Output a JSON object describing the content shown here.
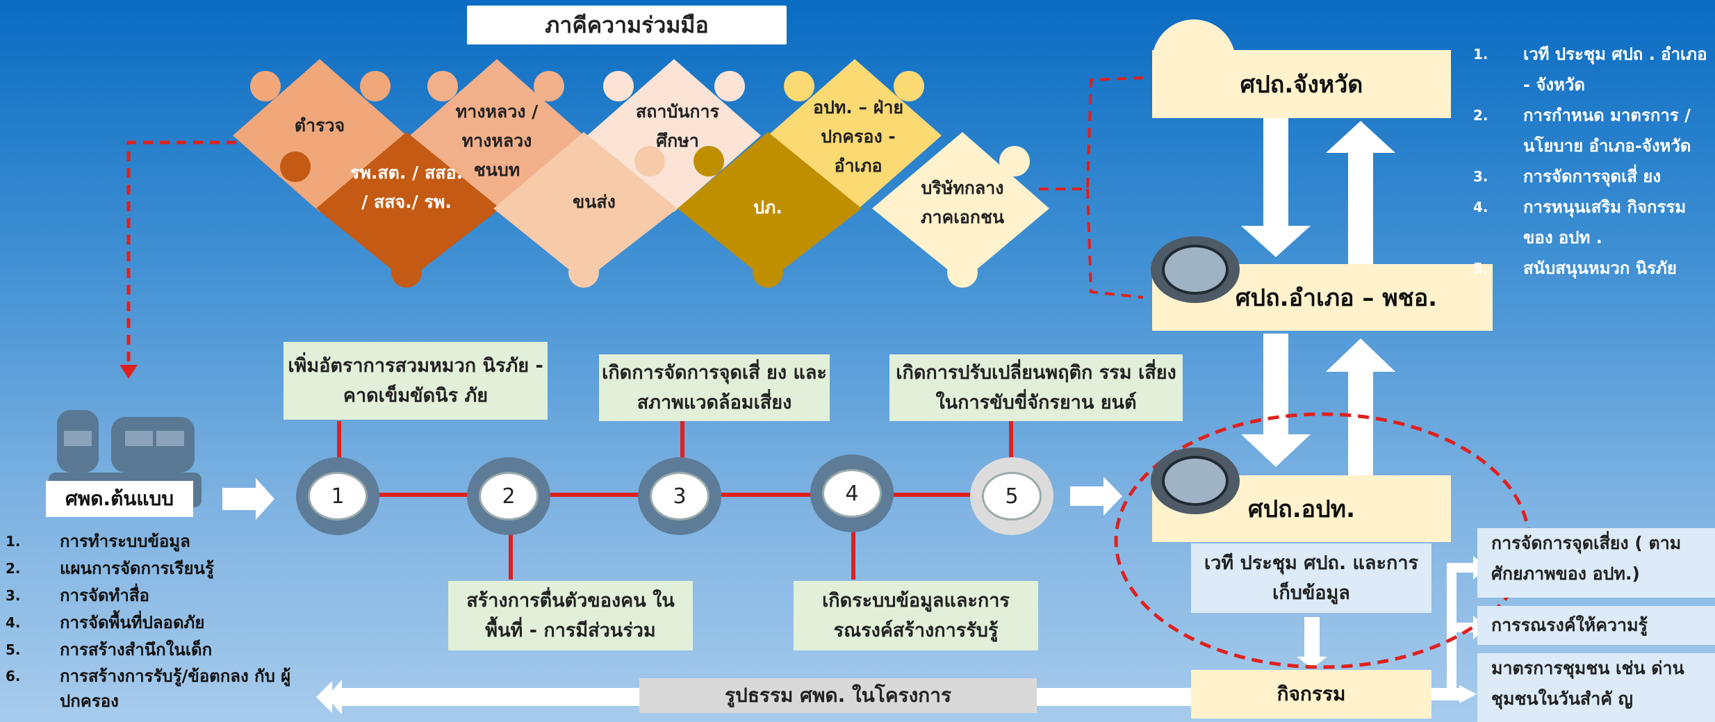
{
  "header": {
    "title": "ภาคีความร่วมมือ"
  },
  "puzzle": {
    "p1": "ตำรวจ",
    "p2": "ทางหลวง / ทางหลวง ชนบท",
    "p3": "สถาบันการ ศึกษา",
    "p4": "อปท. – ฝ่าย ปกครอง - อำเภอ",
    "p5": "รพ.สต. / สสอ. / สสจ./ รพ.",
    "p6": "ขนส่ง",
    "p7": "ปภ.",
    "p8": "บริษัทกลาง ภาคเอกชน"
  },
  "model": {
    "label": "ศพด.ต้นแบบ"
  },
  "model_list": [
    {
      "n": "1.",
      "t": "การทำระบบข้อมูล"
    },
    {
      "n": "2.",
      "t": "แผนการจัดการเรียนรู้"
    },
    {
      "n": "3.",
      "t": "การจัดทำสื่อ"
    },
    {
      "n": "4.",
      "t": "การจัดพื้นที่ปลอดภัย"
    },
    {
      "n": "5.",
      "t": "การสร้างสำนึกในเด็ก"
    },
    {
      "n": "6.",
      "t": "การสร้างการรับรู้/ข้อตกลง กับ ผู้ปกครอง"
    }
  ],
  "steps": [
    "1",
    "2",
    "3",
    "4",
    "5"
  ],
  "goals_top": [
    "เพิ่มอัตราการสวมหมวก นิรภัย - คาดเข็มขัดนิร ภัย",
    "เกิดการจัดการจุดเสี่ ยง และสภาพแวดล้อมเสี่ยง",
    "เกิดการปรับเปลี่ยนพฤติก รรม เสี่ยงในการขับขี่จักรยาน ยนต์"
  ],
  "goals_bottom": [
    "สร้างการตื่นตัวของคน ในพื้นที่ - การมีส่วนร่วม",
    "เกิดระบบข้อมูลและการ รณรงค์สร้างการรับรู้"
  ],
  "levels": {
    "province": "ศปถ.จังหวัด",
    "district": "ศปถ.อำเภอ – พชอ.",
    "local": "ศปถ.อปท."
  },
  "right_list": [
    {
      "n": "1.",
      "t": "เวที ประชุม ศปถ . อำเภอ - จังหวัด"
    },
    {
      "n": "2.",
      "t": "การกำหนด มาตรการ / นโยบาย อำเภอ-จังหวัด"
    },
    {
      "n": "3.",
      "t": "การจัดการจุดเสี่ ยง"
    },
    {
      "n": "4.",
      "t": "การหนุนเสริม กิจกรรมของ อปท ."
    },
    {
      "n": "5.",
      "t": "สนับสนุนหมวก นิรภัย"
    }
  ],
  "forum": "เวที ประชุม ศปถ. และการเก็บข้อมูล",
  "activity": "กิจกรรม",
  "bottom_label": "รูปธรรม ศพด. ในโครงการ",
  "outcomes": [
    "การจัดการจุดเสี่ยง ( ตามศักยภาพของ อปท.)",
    "การรณรงค์ให้ความรู้",
    "มาตรการชุมชน เช่น ด่านชุมชนในวันสำคั ญ"
  ]
}
